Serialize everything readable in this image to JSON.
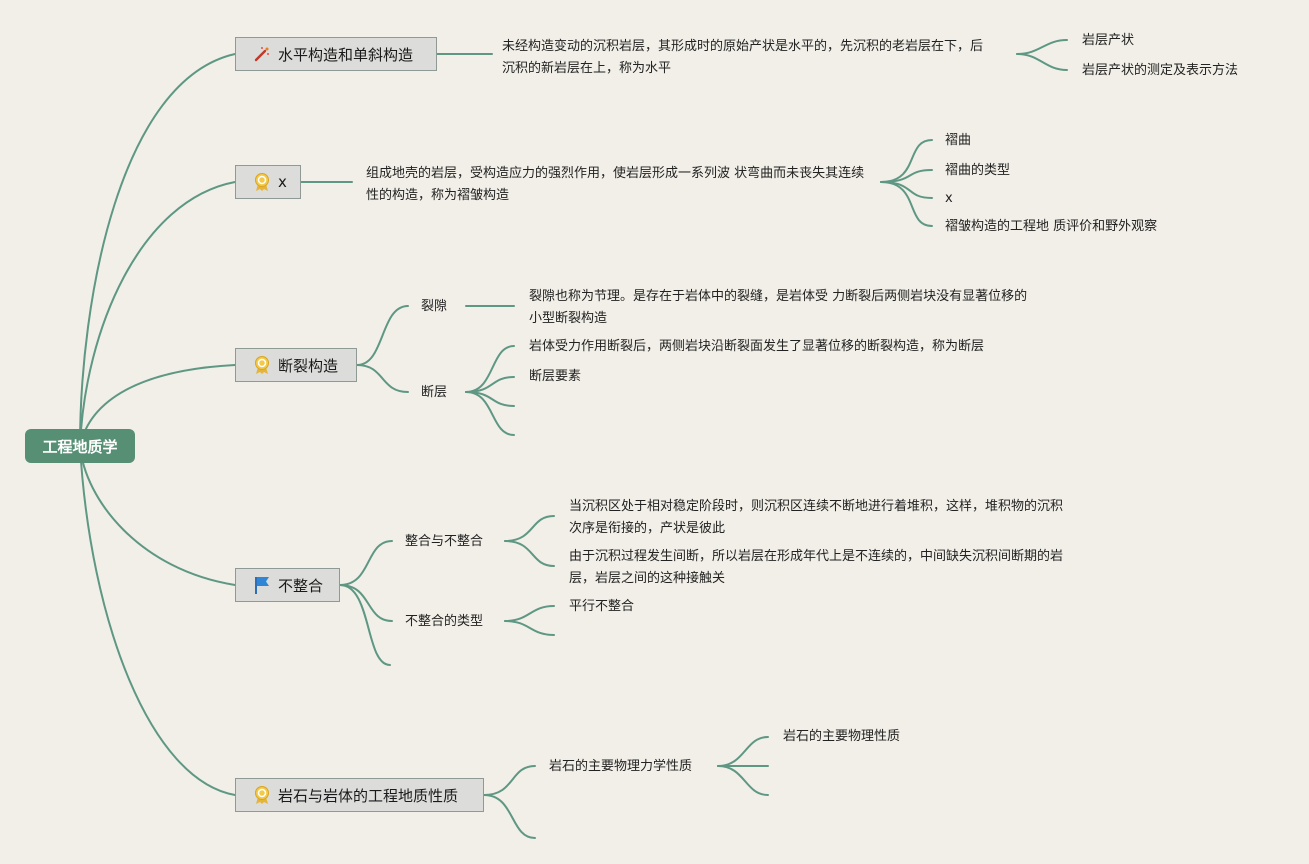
{
  "root": "工程地质学",
  "colors": {
    "root_bg": "#568f74",
    "line": "#5e9784",
    "node_bg": "#dcdcda",
    "page_bg": "#f1efe7"
  },
  "branches": [
    {
      "label": "水平构造和单斜构造",
      "icon": "magic-wand-icon",
      "desc": "未经构造变动的沉积岩层，其形成时的原始产状是水平的，先沉积的老岩层在下，后沉积的新岩层在上，称为水平",
      "children": [
        "岩层产状",
        "岩层产状的测定及表示方法"
      ]
    },
    {
      "label": "x",
      "icon": "award-ribbon-icon",
      "desc": "组成地壳的岩层，受构造应力的强烈作用，使岩层形成一系列波 状弯曲而未丧失其连续性的构造，称为褶皱构造",
      "children": [
        "褶曲",
        "褶曲的类型",
        "x",
        "褶皱构造的工程地 质评价和野外观察"
      ]
    },
    {
      "label": "断裂构造",
      "icon": "award-ribbon-icon",
      "subs": [
        {
          "label": "裂隙",
          "items": [
            "裂隙也称为节理。是存在于岩体中的裂缝，是岩体受 力断裂后两侧岩块没有显著位移的小型断裂构造"
          ]
        },
        {
          "label": "断层",
          "items": [
            "岩体受力作用断裂后，两侧岩块沿断裂面发生了显著位移的断裂构造，称为断层",
            "断层要素",
            "",
            ""
          ]
        }
      ]
    },
    {
      "label": "不整合",
      "icon": "flag-icon",
      "subs": [
        {
          "label": "整合与不整合",
          "items": [
            "当沉积区处于相对稳定阶段时，则沉积区连续不断地进行着堆积，这样，堆积物的沉积次序是衔接的，产状是彼此",
            "由于沉积过程发生间断，所以岩层在形成年代上是不连续的，中间缺失沉积间断期的岩层，岩层之间的这种接触关"
          ]
        },
        {
          "label": "不整合的类型",
          "items": [
            "平行不整合",
            ""
          ]
        }
      ]
    },
    {
      "label": "岩石与岩体的工程地质性质",
      "icon": "award-ribbon-icon",
      "subs": [
        {
          "label": "岩石的主要物理力学性质",
          "items": [
            "岩石的主要物理性质",
            "",
            ""
          ]
        }
      ]
    }
  ]
}
